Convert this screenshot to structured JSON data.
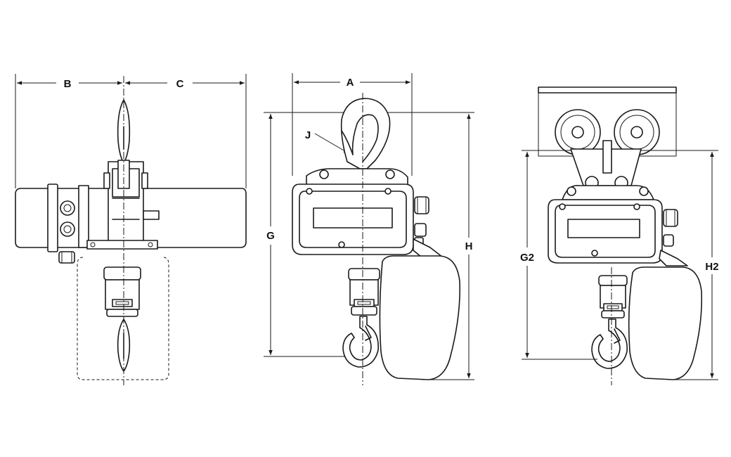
{
  "diagram": {
    "views": [
      {
        "id": "side-view",
        "dimensions": [
          "B",
          "C"
        ]
      },
      {
        "id": "front-view",
        "dimensions": [
          "A",
          "J",
          "G",
          "H"
        ]
      },
      {
        "id": "trolley-view",
        "dimensions": [
          "G2",
          "H2"
        ]
      }
    ],
    "labels": {
      "B": "B",
      "C": "C",
      "A": "A",
      "J": "J",
      "G": "G",
      "H": "H",
      "G2": "G2",
      "H2": "H2"
    },
    "colors": {
      "line": "#1a1a1a",
      "background": "#ffffff"
    }
  }
}
